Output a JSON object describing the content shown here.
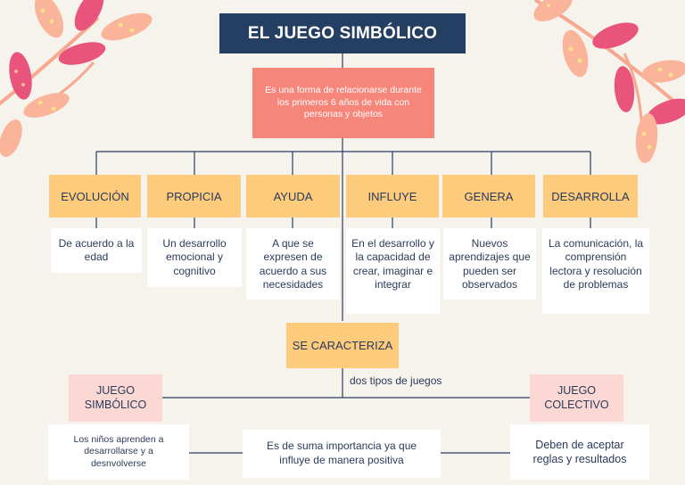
{
  "title": "EL JUEGO SIMBÓLICO",
  "definition": "Es una forma de relacionarse durante los primeros 6 años de vida con personas y objetos",
  "branches": [
    {
      "header": "EVOLUCIÓN",
      "text": "De acuerdo a la edad"
    },
    {
      "header": "PROPICIA",
      "text": "Un desarrollo emocional y cognitivo"
    },
    {
      "header": "AYUDA",
      "text": "A que se expresen de acuerdo a sus necesidades"
    },
    {
      "header": "INFLUYE",
      "text": "En el desarrollo y la capacidad de crear, imaginar e integrar"
    },
    {
      "header": "GENERA",
      "text": "Nuevos aprendizajes que pueden ser observados"
    },
    {
      "header": "DESARROLLA",
      "text": "La comunicación, la comprensión lectora y resolución de problemas"
    }
  ],
  "characteristic": "SE CARACTERIZA",
  "connector_note": "dos tipos de juegos",
  "types": [
    {
      "label": "JUEGO SIMBÓLICO",
      "text": "Los niños aprenden a desarrollarse y a desnvolverse"
    },
    {
      "label": "JUEGO COLECTIVO",
      "text": "Deben de aceptar reglas y resultados"
    }
  ],
  "center_note": "Es de suma importancia ya que influye de manera positiva",
  "colors": {
    "navy": "#253f62",
    "coral": "#f6857a",
    "yellow": "#fdcb7c",
    "pink": "#fbd8d4",
    "leaf_peach": "#f9b49a",
    "leaf_magenta": "#e8547b"
  }
}
